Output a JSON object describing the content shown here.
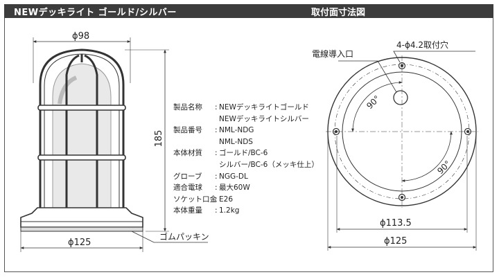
{
  "header": {
    "title": "NEWデッキライト ゴールド/シルバー",
    "drawing_title": "取付面寸法図"
  },
  "dimensions": {
    "top_width": "ϕ98",
    "height": "185",
    "base_width": "ϕ125",
    "gasket_label": "ゴムパッキン",
    "cable_entry": "電線導入口",
    "mount_holes": "4-ϕ4.2取付穴",
    "hole_circle": "ϕ113.5",
    "mount_diameter": "ϕ125",
    "angle_1": "90°",
    "angle_2": "90°"
  },
  "specs": [
    {
      "key": "製品名称",
      "sep": ":",
      "value": "NEWデッキライトゴールド"
    },
    {
      "key": "",
      "sep": "",
      "value": "NEWデッキライトシルバー"
    },
    {
      "key": "製品番号",
      "sep": ":",
      "value": "NML-NDG"
    },
    {
      "key": "",
      "sep": "",
      "value": "NML-NDS"
    },
    {
      "key": "本体材質",
      "sep": ":",
      "value": "ゴールド/BC-6"
    },
    {
      "key": "",
      "sep": "",
      "value": "シルバー/BC-6（メッキ仕上）"
    },
    {
      "key": "グローブ",
      "sep": ":",
      "value": "NGG-DL"
    },
    {
      "key": "適合電球",
      "sep": ":",
      "value": "最大60W"
    },
    {
      "key": "ソケット口金",
      "sep": ":",
      "value": "E26"
    },
    {
      "key": "本体重量",
      "sep": ":",
      "value": "1.2kg"
    }
  ]
}
